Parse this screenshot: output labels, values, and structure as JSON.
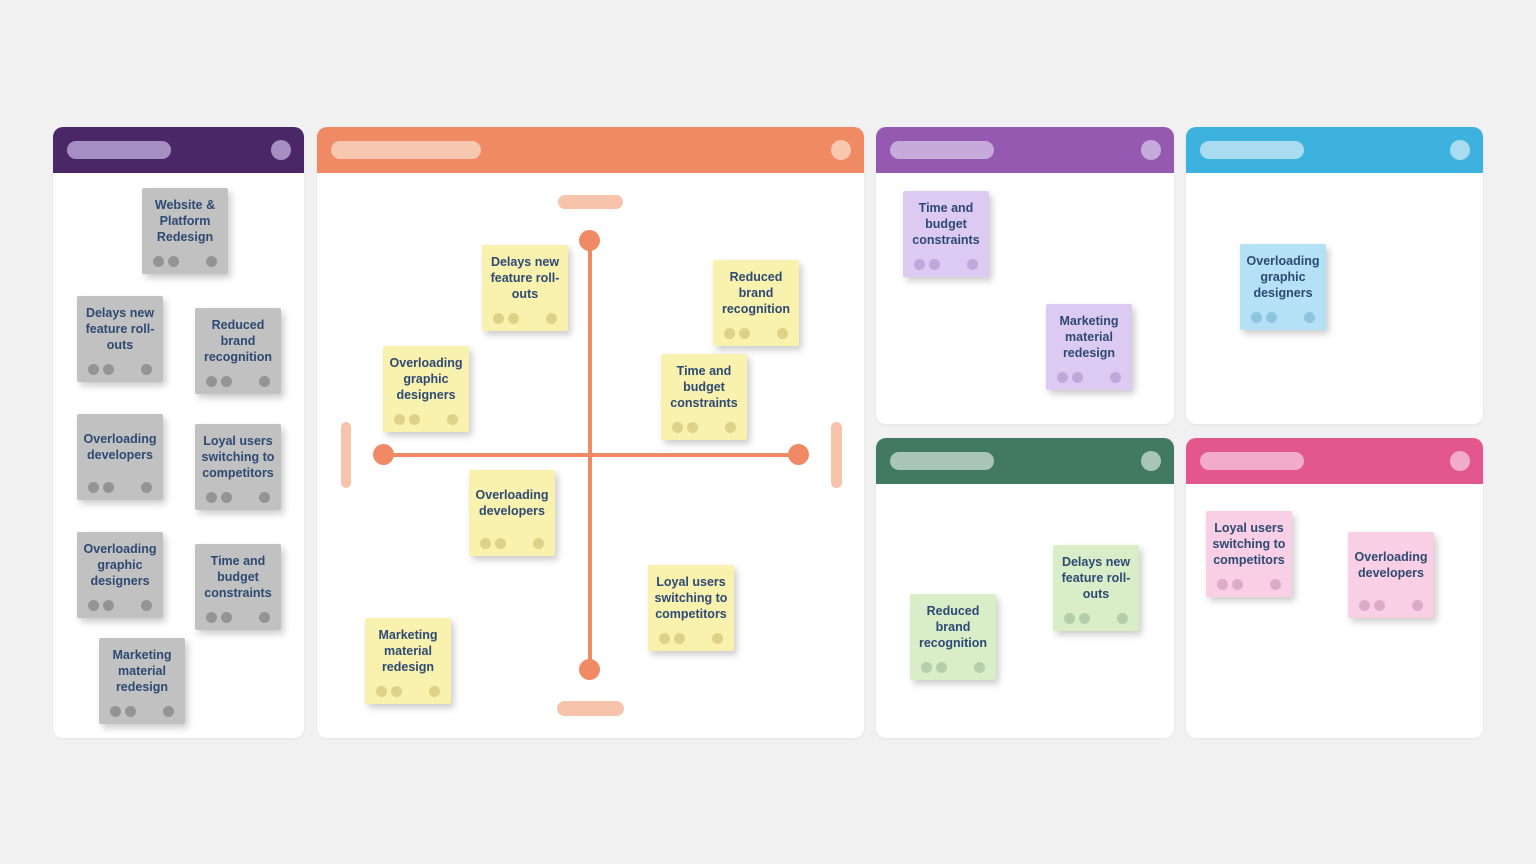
{
  "board": {
    "background": "#f2f1f2"
  },
  "quadrant": {
    "axis_color": "#ef8a64",
    "tick_color": "#f7c3ab"
  },
  "panels": [
    {
      "name": "gray-collection-frame",
      "colors": {
        "header": "#4b2767",
        "header_accent": "#a58fc2",
        "note_bg": "#c1c1c1",
        "note_dot": "#949494",
        "note_text": "#2d4a73"
      },
      "notes": [
        {
          "text": "Website & Platform Redesign"
        },
        {
          "text": "Delays new feature roll-outs"
        },
        {
          "text": "Reduced brand recognition"
        },
        {
          "text": "Overloading developers"
        },
        {
          "text": "Loyal users switching to competitors"
        },
        {
          "text": "Overloading graphic designers"
        },
        {
          "text": "Time and budget constraints"
        },
        {
          "text": "Marketing material redesign"
        }
      ]
    },
    {
      "name": "quadrant-frame",
      "colors": {
        "header": "#f08a64",
        "header_accent": "#f8c7b0",
        "note_bg": "#f9f1ae",
        "note_dot": "#ddd287",
        "note_text": "#2d4a73"
      },
      "notes": [
        {
          "text": "Delays new feature roll-outs"
        },
        {
          "text": "Reduced brand recognition"
        },
        {
          "text": "Overloading graphic designers"
        },
        {
          "text": "Time and budget constraints"
        },
        {
          "text": "Overloading developers"
        },
        {
          "text": "Loyal users switching to competitors"
        },
        {
          "text": "Marketing material redesign"
        }
      ]
    },
    {
      "name": "purple-frame",
      "colors": {
        "header": "#9559b1",
        "header_accent": "#c6aadb",
        "note_bg": "#dccaf2",
        "note_dot": "#c1a8dc",
        "note_text": "#2d4a73"
      },
      "notes": [
        {
          "text": "Time and budget constraints"
        },
        {
          "text": "Marketing material redesign"
        }
      ]
    },
    {
      "name": "blue-frame",
      "colors": {
        "header": "#3db2df",
        "header_accent": "#a9dcf1",
        "note_bg": "#b4e1f5",
        "note_dot": "#8fc6df",
        "note_text": "#2d4a73"
      },
      "notes": [
        {
          "text": "Overloading graphic designers"
        }
      ]
    },
    {
      "name": "green-frame",
      "colors": {
        "header": "#417a60",
        "header_accent": "#a9c5b7",
        "note_bg": "#d9edc8",
        "note_dot": "#b6ceab",
        "note_text": "#2d4a73"
      },
      "notes": [
        {
          "text": "Reduced brand recognition"
        },
        {
          "text": "Delays new feature roll-outs"
        }
      ]
    },
    {
      "name": "pink-frame",
      "colors": {
        "header": "#e2578c",
        "header_accent": "#f2abc8",
        "note_bg": "#f8cfe4",
        "note_dot": "#deaaca",
        "note_text": "#2d4a73"
      },
      "notes": [
        {
          "text": "Loyal users switching to competitors"
        },
        {
          "text": "Overloading developers"
        }
      ]
    }
  ]
}
